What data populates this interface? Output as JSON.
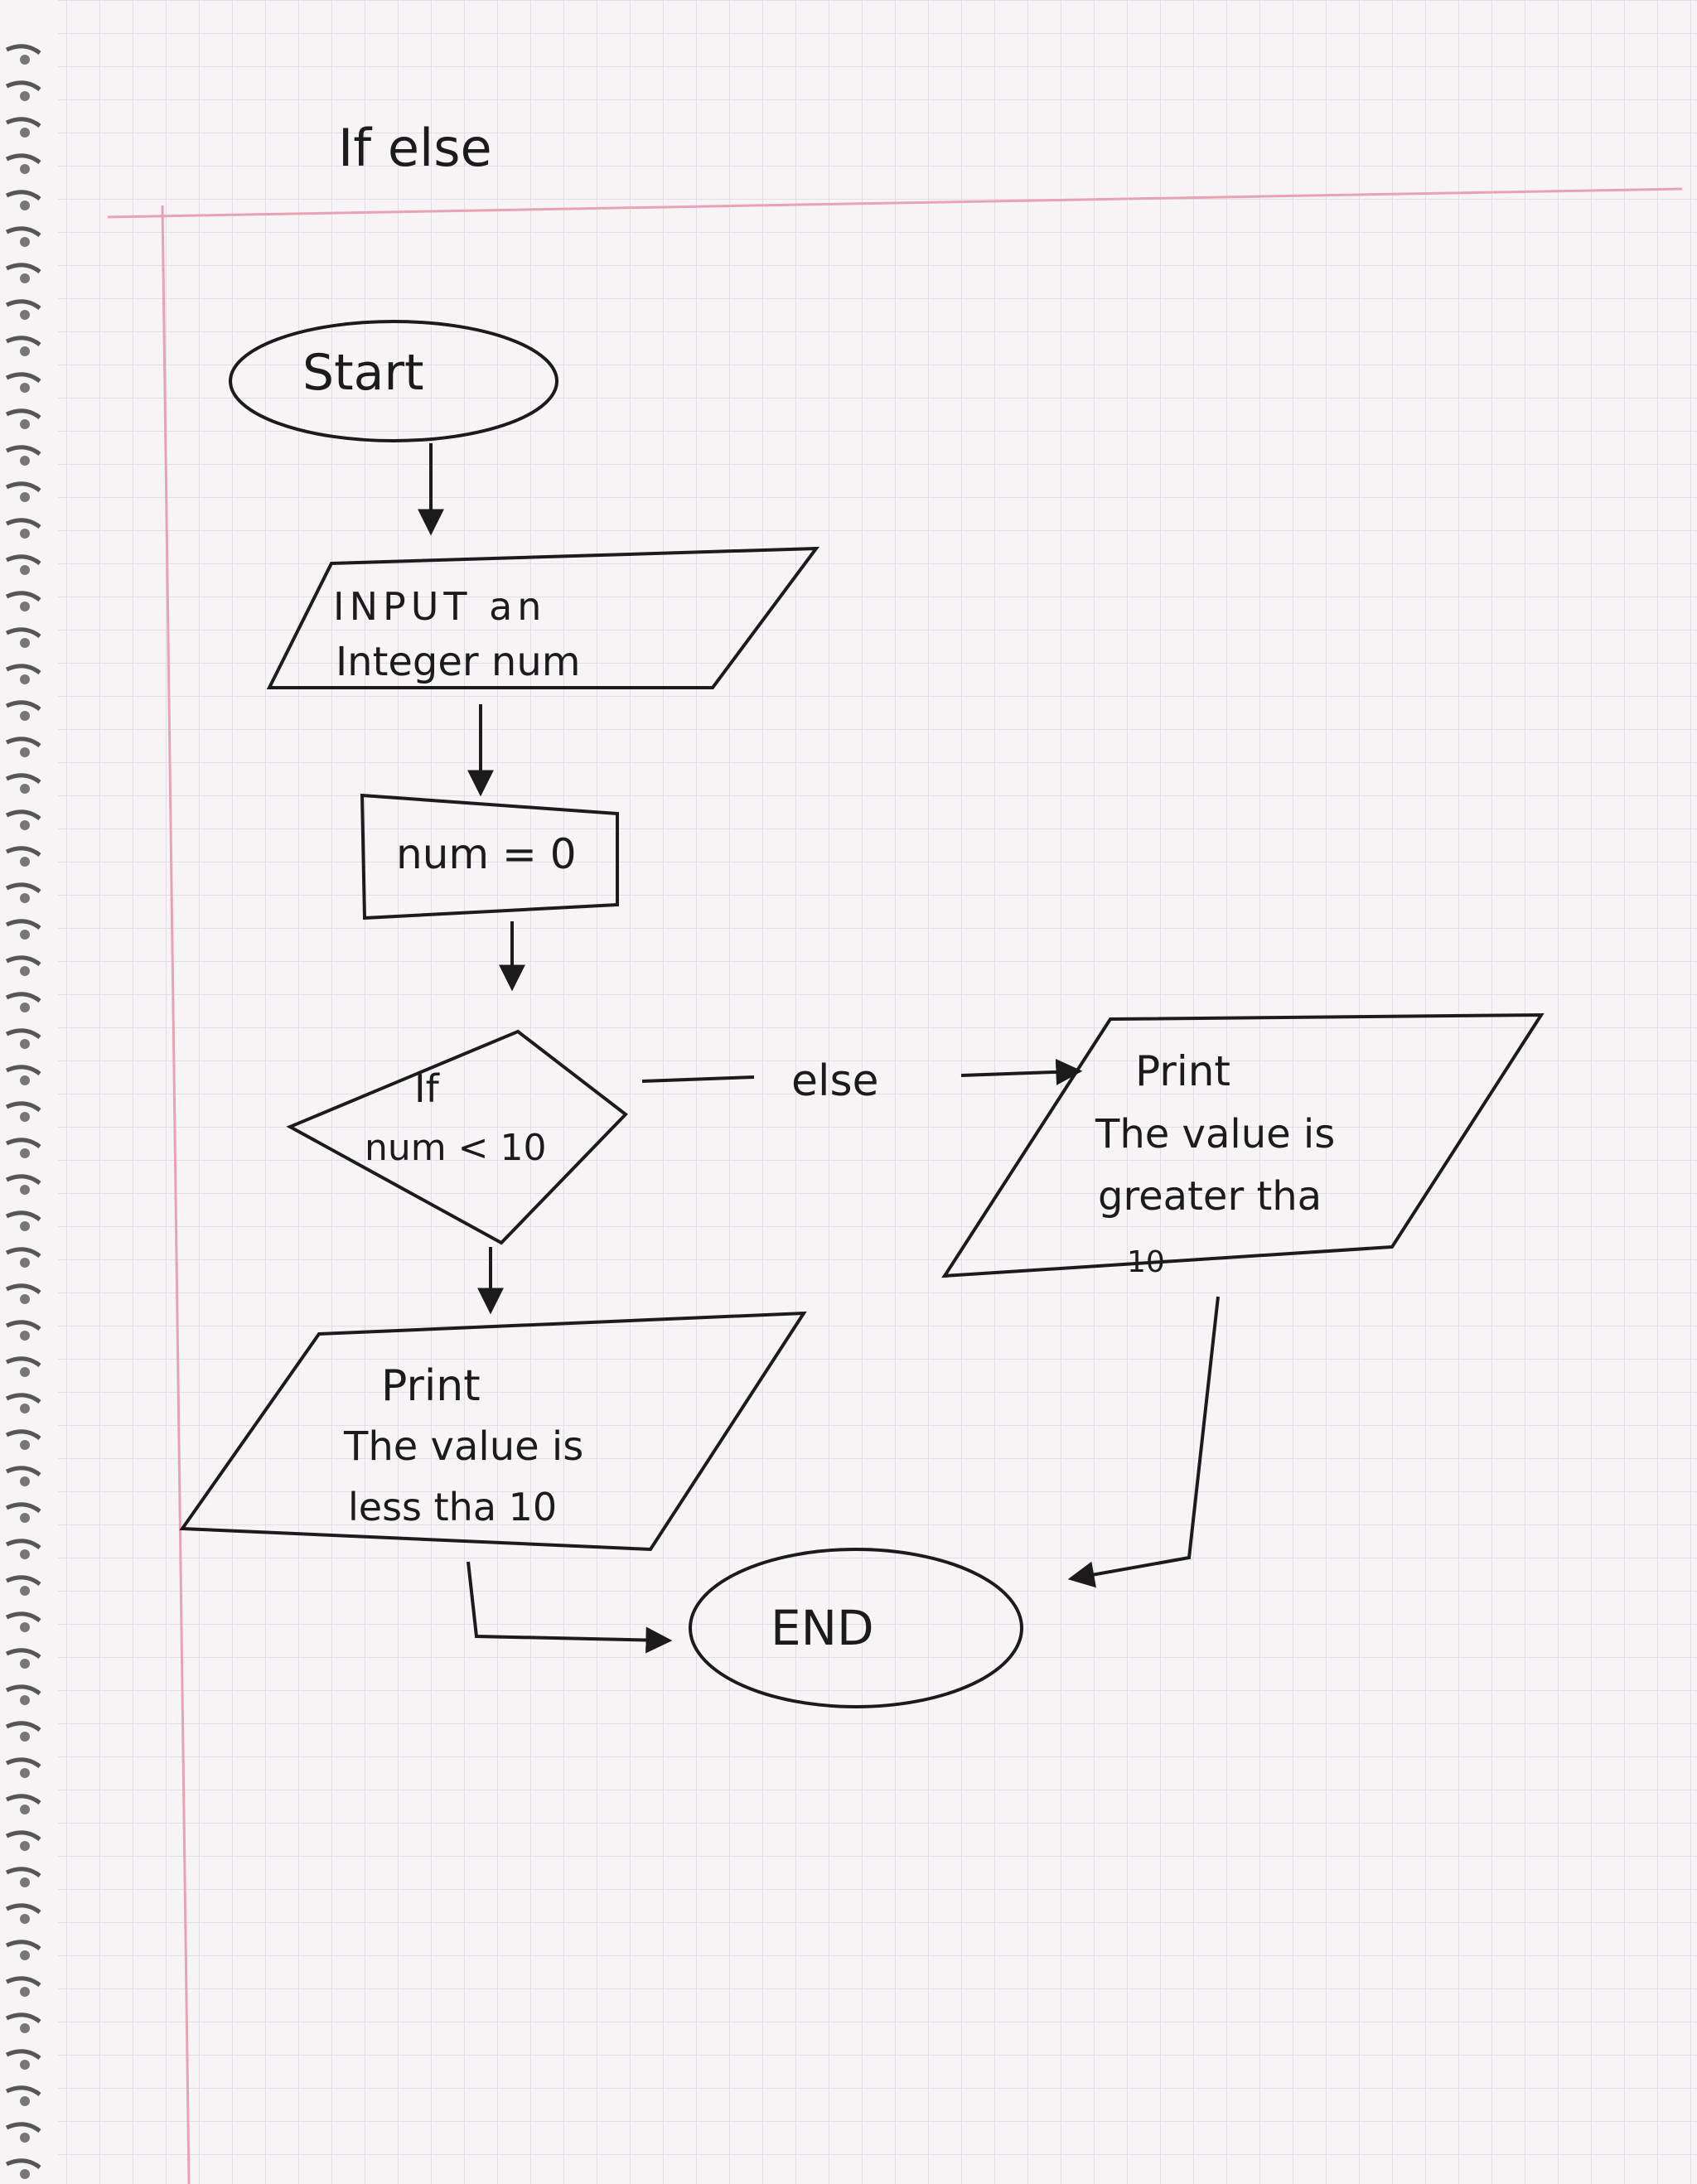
{
  "page_title": "If else",
  "flowchart": {
    "start": "Start",
    "input": {
      "line1": "INPUT an",
      "line2": "Integer num"
    },
    "process": "num = 0",
    "decision": {
      "line1": "If",
      "line2": "num < 10"
    },
    "else_label": "else",
    "print_true": {
      "line1": "Print",
      "line2": "The value is",
      "line3": "less tha 10"
    },
    "print_false": {
      "line1": "Print",
      "line2": "The value is",
      "line3": "greater tha",
      "line4": "10"
    },
    "end": "END"
  },
  "colors": {
    "ink": "#1b1b1b",
    "grid": "#dcd6e2",
    "margin_line": "#e8a2b4",
    "paper": "#f7f4f5",
    "spiral": "#555555"
  }
}
